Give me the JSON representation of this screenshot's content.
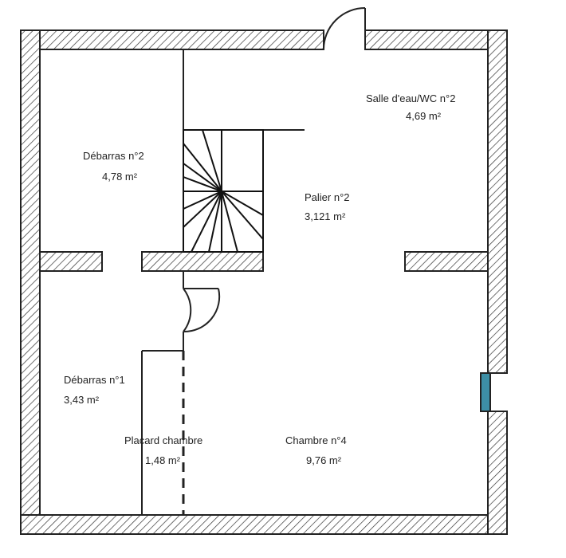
{
  "rooms": {
    "salle_eau": {
      "name": "Salle d'eau/WC n°2",
      "area": "4,69  m²"
    },
    "debarras2": {
      "name": "Débarras n°2",
      "area": "4,78  m²"
    },
    "palier": {
      "name": "Palier n°2",
      "area": "3,121  m²"
    },
    "debarras1": {
      "name": "Débarras n°1",
      "area": "3,43  m²"
    },
    "placard": {
      "name": "Placard chambre",
      "area": "1,48  m²"
    },
    "chambre": {
      "name": "Chambre n°4",
      "area": "9,76  m²"
    }
  },
  "colors": {
    "wall_stroke": "#222222",
    "window": "#3d8fa6"
  }
}
